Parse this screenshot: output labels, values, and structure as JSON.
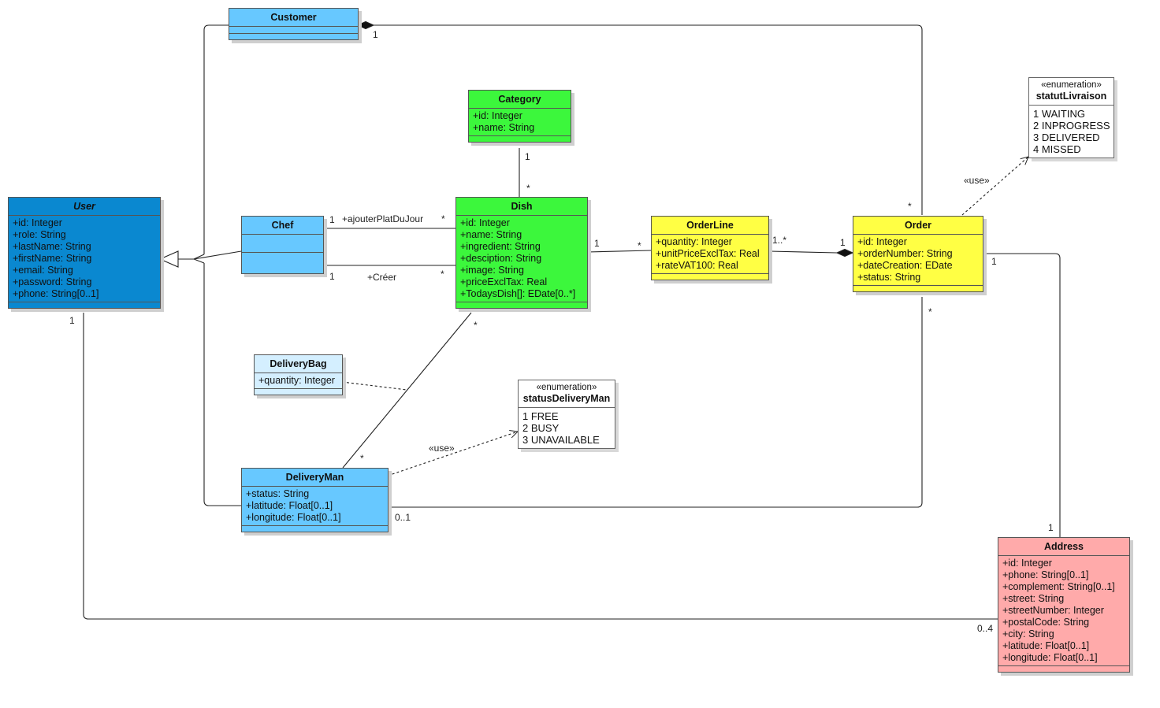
{
  "colors": {
    "user": "#0a88d0",
    "light_blue": "#67c8ff",
    "pale_blue": "#d4efff",
    "green": "#3cf73c",
    "yellow": "#ffff44",
    "pink": "#ffaaaa",
    "line": "#222222"
  },
  "classes": {
    "user": {
      "name": "User",
      "attrs": [
        "+id: Integer",
        "+role: String",
        "+lastName: String",
        "+firstName: String",
        "+email: String",
        "+password: String",
        "+phone: String[0..1]"
      ]
    },
    "customer": {
      "name": "Customer",
      "attrs": []
    },
    "chef": {
      "name": "Chef",
      "attrs": []
    },
    "category": {
      "name": "Category",
      "attrs": [
        "+id: Integer",
        "+name: String"
      ]
    },
    "dish": {
      "name": "Dish",
      "attrs": [
        "+id: Integer",
        "+name: String",
        "+ingredient: String",
        "+desciption: String",
        "+image: String",
        "+priceExclTax: Real",
        "+TodaysDish[]: EDate[0..*]"
      ]
    },
    "orderline": {
      "name": "OrderLine",
      "attrs": [
        "+quantity: Integer",
        "+unitPriceExclTax: Real",
        "+rateVAT100: Real"
      ]
    },
    "order": {
      "name": "Order",
      "attrs": [
        "+id: Integer",
        "+orderNumber: String",
        "+dateCreation: EDate",
        "+status: String"
      ]
    },
    "deliverybag": {
      "name": "DeliveryBag",
      "attrs": [
        "+quantity: Integer"
      ]
    },
    "deliveryman": {
      "name": "DeliveryMan",
      "attrs": [
        "+status: String",
        "+latitude: Float[0..1]",
        "+longitude: Float[0..1]"
      ]
    },
    "address": {
      "name": "Address",
      "attrs": [
        "+id: Integer",
        "+phone: String[0..1]",
        "+complement: String[0..1]",
        "+street: String",
        "+streetNumber: Integer",
        "+postalCode: String",
        "+city: String",
        "+latitude: Float[0..1]",
        "+longitude: Float[0..1]"
      ]
    }
  },
  "enums": {
    "statutLivraison": {
      "stereotype": "«enumeration»",
      "name": "statutLivraison",
      "literals": [
        "1 WAITING",
        "2 INPROGRESS",
        "3 DELIVERED",
        "4 MISSED"
      ]
    },
    "statusDeliveryMan": {
      "stereotype": "«enumeration»",
      "name": "statusDeliveryMan",
      "literals": [
        "1 FREE",
        "2 BUSY",
        "3 UNAVAILABLE"
      ]
    }
  },
  "labels": {
    "customer_order_1": "1",
    "customer_order_star": "*",
    "category_dish_1": "1",
    "category_dish_star": "*",
    "chef_dish_top_1": "1",
    "chef_dish_top_role": "+ajouterPlatDuJour",
    "chef_dish_top_star": "*",
    "chef_dish_bot_1": "1",
    "chef_dish_bot_role": "+Créer",
    "chef_dish_bot_star": "*",
    "dish_orderline_1": "1",
    "dish_orderline_star": "*",
    "orderline_order_mult": "1..*",
    "orderline_order_1": "1",
    "order_address_1": "1",
    "order_address_bottom_1": "1",
    "user_1": "1",
    "address_0_4": "0..4",
    "order_deliveryman_star": "*",
    "deliveryman_order_mult": "0..1",
    "dish_deliveryman_star_top": "*",
    "dish_deliveryman_star_bottom": "*",
    "use_status": "«use»",
    "use_statut": "«use»"
  }
}
